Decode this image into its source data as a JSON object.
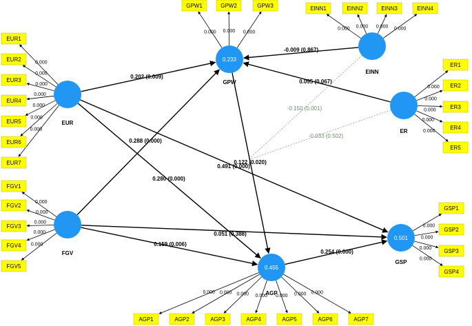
{
  "colors": {
    "construct_fill": "#2196f3",
    "indicator_fill": "#ffff00",
    "indicator_stroke": "#b8b800",
    "arrow": "#000000",
    "moderator_line": "#999999",
    "moderator_text": "#6b8c6b"
  },
  "constructs": [
    {
      "id": "EUR",
      "label": "EUR",
      "r2": ""
    },
    {
      "id": "FGV",
      "label": "FGV",
      "r2": ""
    },
    {
      "id": "GPW",
      "label": "GPW",
      "r2": "0.233"
    },
    {
      "id": "EINN",
      "label": "EINN",
      "r2": ""
    },
    {
      "id": "ER",
      "label": "ER",
      "r2": ""
    },
    {
      "id": "AGP",
      "label": "AGP",
      "r2": "0.455"
    },
    {
      "id": "GSP",
      "label": "GSP",
      "r2": "0.501"
    }
  ],
  "indicators": [
    {
      "id": "EUR1",
      "label": "EUR1",
      "construct": "EUR",
      "loading": "0.000"
    },
    {
      "id": "EUR2",
      "label": "EUR2",
      "construct": "EUR",
      "loading": "0.000"
    },
    {
      "id": "EUR3",
      "label": "EUR3",
      "construct": "EUR",
      "loading": "0.000"
    },
    {
      "id": "EUR4",
      "label": "EUR4",
      "construct": "EUR",
      "loading": "0.000"
    },
    {
      "id": "EUR5",
      "label": "EUR5",
      "construct": "EUR",
      "loading": "0.000"
    },
    {
      "id": "EUR6",
      "label": "EUR6",
      "construct": "EUR",
      "loading": "0.000"
    },
    {
      "id": "EUR7",
      "label": "EUR7",
      "construct": "EUR",
      "loading": "0.000"
    },
    {
      "id": "FGV1",
      "label": "FGV1",
      "construct": "FGV",
      "loading": "0.000"
    },
    {
      "id": "FGV2",
      "label": "FGV2",
      "construct": "FGV",
      "loading": "0.000"
    },
    {
      "id": "FGV3",
      "label": "FGV3",
      "construct": "FGV",
      "loading": "0.000"
    },
    {
      "id": "FGV4",
      "label": "FGV4",
      "construct": "FGV",
      "loading": "0.000"
    },
    {
      "id": "FGV5",
      "label": "FGV5",
      "construct": "FGV",
      "loading": "0.000"
    },
    {
      "id": "GPW1",
      "label": "GPW1",
      "construct": "GPW",
      "loading": "0.000"
    },
    {
      "id": "GPW2",
      "label": "GPW2",
      "construct": "GPW",
      "loading": "0.000"
    },
    {
      "id": "GPW3",
      "label": "GPW3",
      "construct": "GPW",
      "loading": "0.000"
    },
    {
      "id": "EINN1",
      "label": "EINN1",
      "construct": "EINN",
      "loading": "0.000"
    },
    {
      "id": "EINN2",
      "label": "EINN2",
      "construct": "EINN",
      "loading": "0.000"
    },
    {
      "id": "EINN3",
      "label": "EINN3",
      "construct": "EINN",
      "loading": "0.000"
    },
    {
      "id": "EINN4",
      "label": "EINN4",
      "construct": "EINN",
      "loading": "0.000"
    },
    {
      "id": "ER1",
      "label": "ER1",
      "construct": "ER",
      "loading": "0.000"
    },
    {
      "id": "ER2",
      "label": "ER2",
      "construct": "ER",
      "loading": "0.000"
    },
    {
      "id": "ER3",
      "label": "ER3",
      "construct": "ER",
      "loading": "0.000"
    },
    {
      "id": "ER4",
      "label": "ER4",
      "construct": "ER",
      "loading": "0.000"
    },
    {
      "id": "ER5",
      "label": "ER5",
      "construct": "ER",
      "loading": "0.000"
    },
    {
      "id": "GSP1",
      "label": "GSP1",
      "construct": "GSP",
      "loading": "0.000"
    },
    {
      "id": "GSP2",
      "label": "GSP2",
      "construct": "GSP",
      "loading": "0.000"
    },
    {
      "id": "GSP3",
      "label": "GSP3",
      "construct": "GSP",
      "loading": "0.000"
    },
    {
      "id": "GSP4",
      "label": "GSP4",
      "construct": "GSP",
      "loading": "0.000"
    },
    {
      "id": "AGP1",
      "label": "AGP1",
      "construct": "AGP",
      "loading": "0.000"
    },
    {
      "id": "AGP2",
      "label": "AGP2",
      "construct": "AGP",
      "loading": "0.000"
    },
    {
      "id": "AGP3",
      "label": "AGP3",
      "construct": "AGP",
      "loading": "0.000"
    },
    {
      "id": "AGP4",
      "label": "AGP4",
      "construct": "AGP",
      "loading": "0.000"
    },
    {
      "id": "AGP5",
      "label": "AGP5",
      "construct": "AGP",
      "loading": "0.000"
    },
    {
      "id": "AGP6",
      "label": "AGP6",
      "construct": "AGP",
      "loading": "0.000"
    },
    {
      "id": "AGP7",
      "label": "AGP7",
      "construct": "AGP",
      "loading": "0.000"
    }
  ],
  "paths": [
    {
      "from": "EUR",
      "to": "GPW",
      "label": "0.202 (0.009)"
    },
    {
      "from": "EUR",
      "to": "AGP",
      "label": "0.280 (0.000)"
    },
    {
      "from": "EUR",
      "to": "GSP",
      "label": "0.491 (0.000)"
    },
    {
      "from": "FGV",
      "to": "GPW",
      "label": "0.288 (0.000)"
    },
    {
      "from": "FGV",
      "to": "AGP",
      "label": "0.159 (0.006)"
    },
    {
      "from": "FGV",
      "to": "GSP",
      "label": "0.051 (0.388)"
    },
    {
      "from": "EINN",
      "to": "GPW",
      "label": "-0.009 (0.867)"
    },
    {
      "from": "ER",
      "to": "GPW",
      "label": "0.095 (0.067)"
    },
    {
      "from": "GPW",
      "to": "AGP",
      "label": "0.122 (0.020)"
    },
    {
      "from": "AGP",
      "to": "GSP",
      "label": "0.254 (0.000)"
    }
  ],
  "moderations": [
    {
      "from": "EINN",
      "label": "-0.150 (0.001)"
    },
    {
      "from": "ER",
      "label": "-0.033 (0.502)"
    }
  ]
}
